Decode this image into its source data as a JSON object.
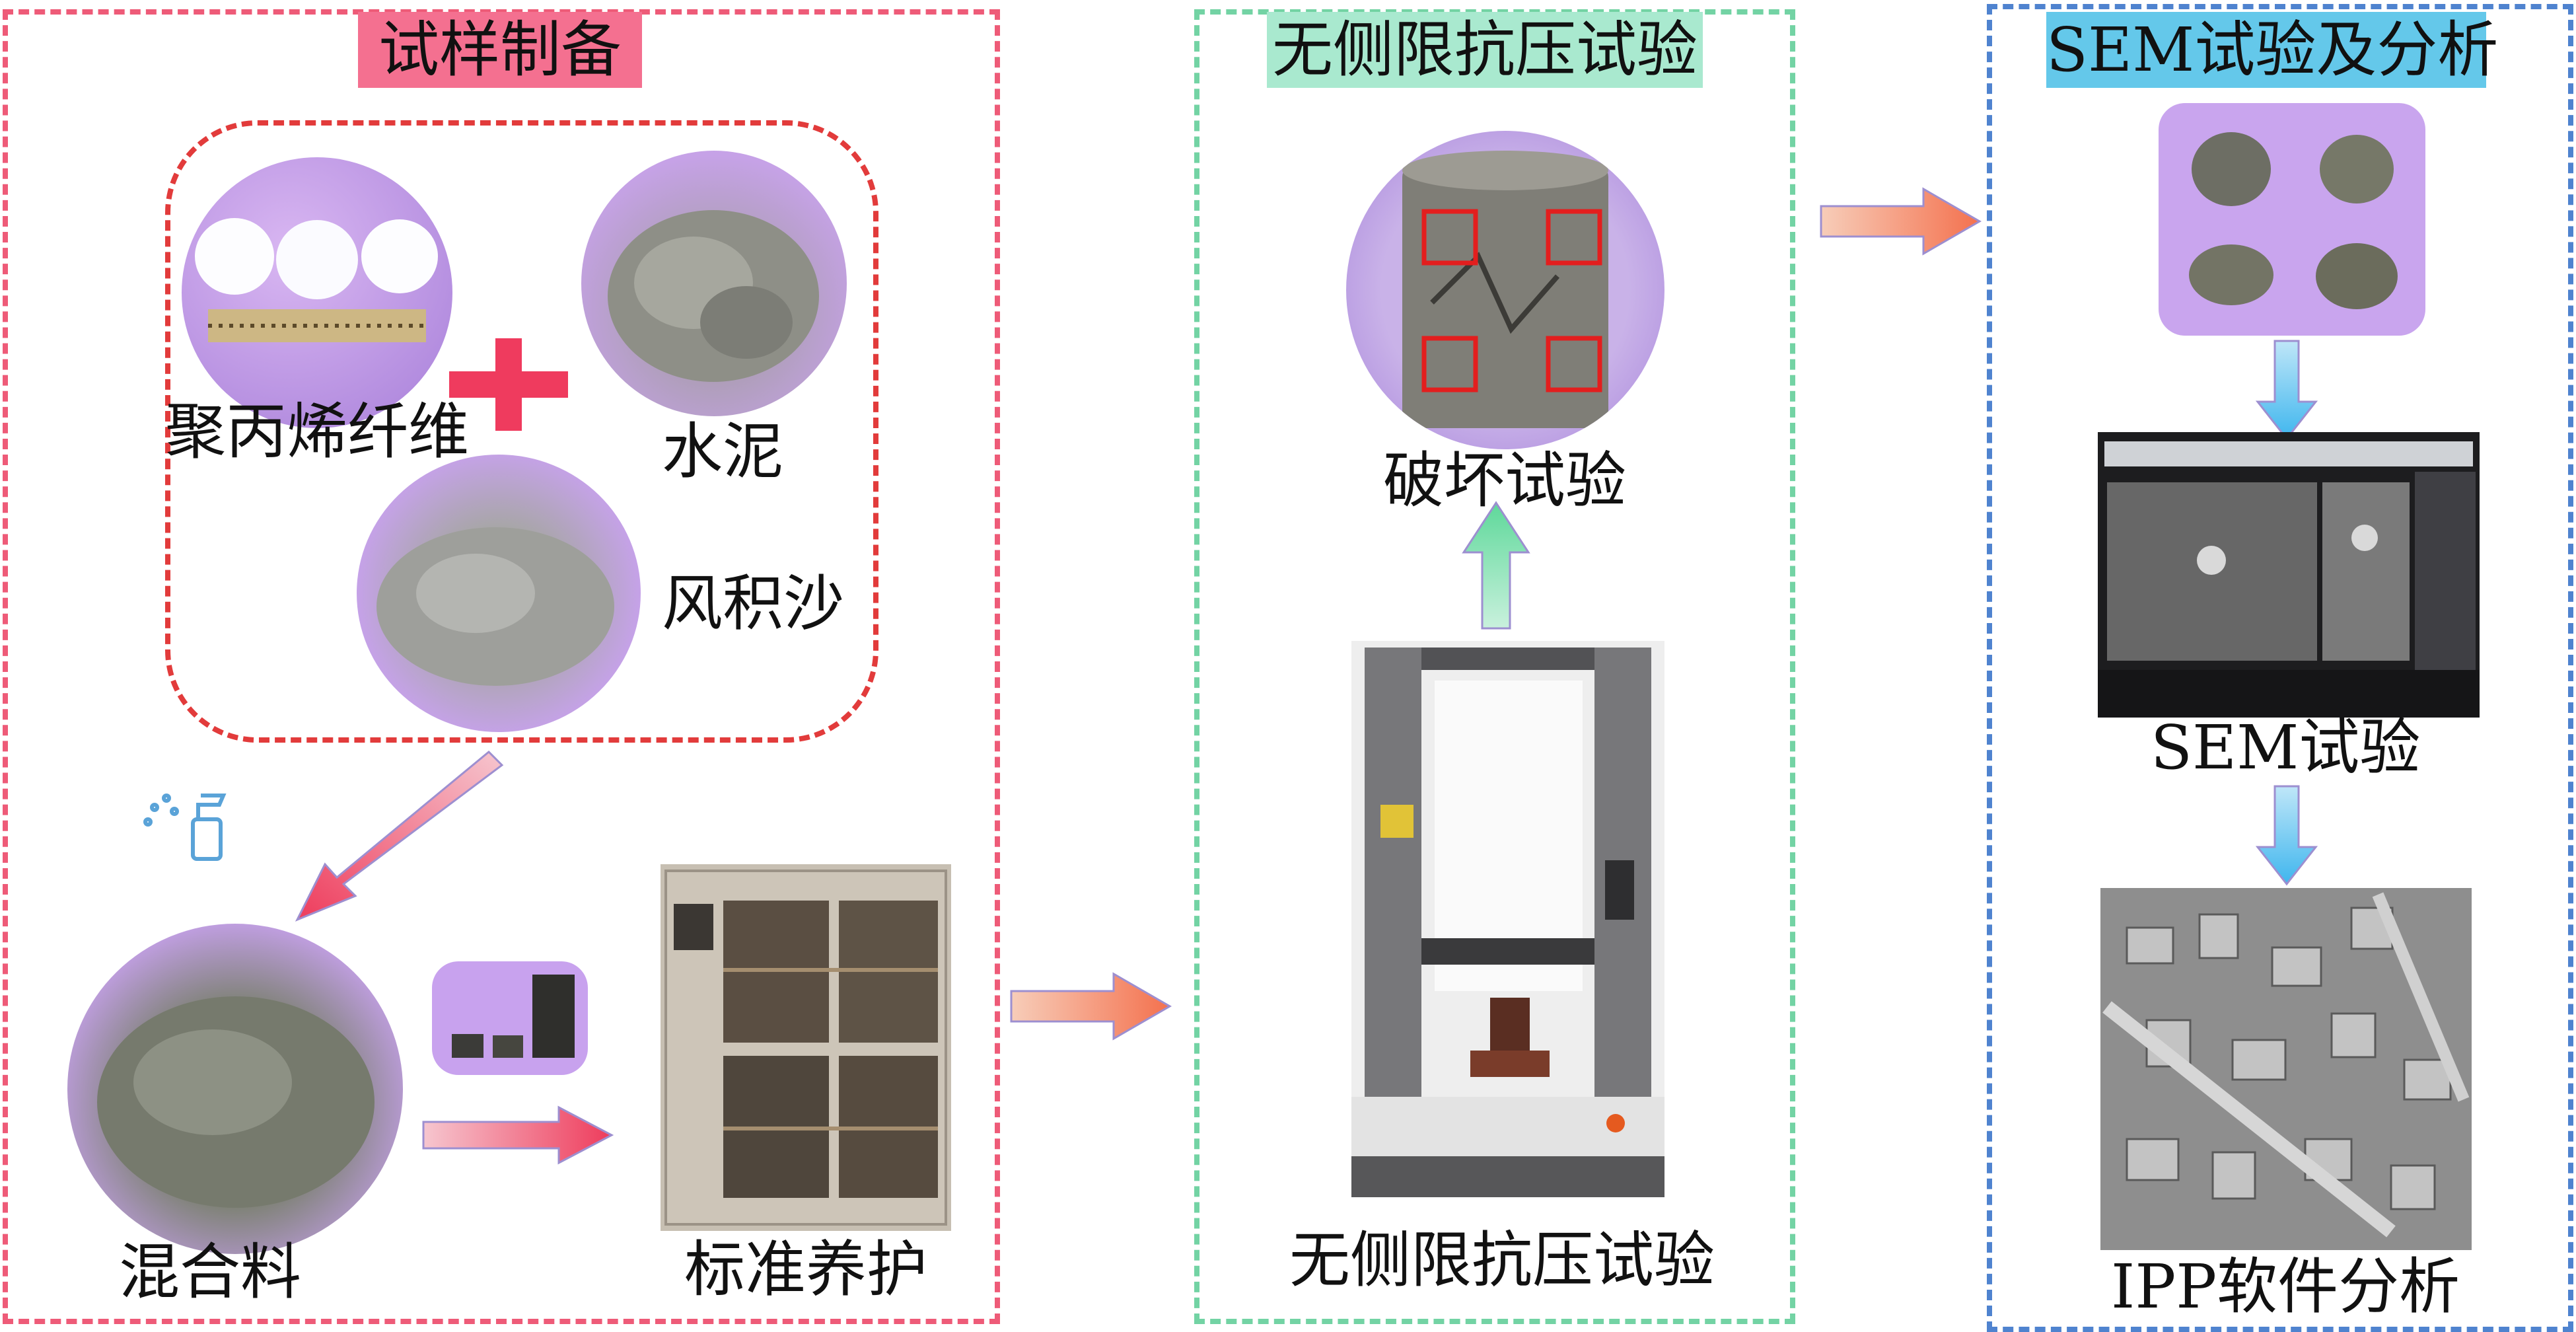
{
  "sections": {
    "prep": {
      "title": "试样制备",
      "materials": {
        "fiber": "聚丙烯纤维",
        "cement": "水泥",
        "sand": "风积沙"
      },
      "mix": "混合料",
      "curing": "标准养护"
    },
    "ucs": {
      "title": "无侧限抗压试验",
      "failure": "破坏试验",
      "machine": "无侧限抗压试验"
    },
    "sem": {
      "title": "SEM试验及分析",
      "sem_test": "SEM试验",
      "ipp": "IPP软件分析"
    }
  },
  "colors": {
    "prep_border": "#ee5b78",
    "ucs_border": "#73d3a4",
    "sem_border": "#4f83cf",
    "arrow_orange": "#f4714e",
    "arrow_red": "#ee3c5c",
    "arrow_green": "#5ed89a",
    "arrow_blue": "#3fb6ee"
  },
  "icons": [
    "plus-icon",
    "spray-bottle-icon"
  ]
}
